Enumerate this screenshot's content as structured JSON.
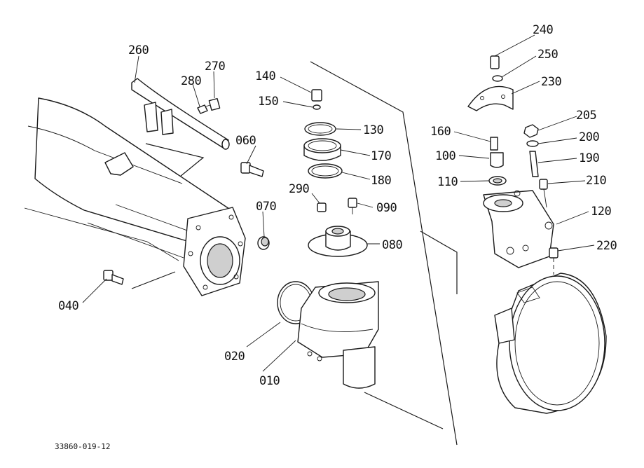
{
  "drawing_number": "33860-019-12",
  "callouts": {
    "c010": "010",
    "c020": "020",
    "c040": "040",
    "c060": "060",
    "c070": "070",
    "c080": "080",
    "c090": "090",
    "c100": "100",
    "c110": "110",
    "c120": "120",
    "c130": "130",
    "c140": "140",
    "c150": "150",
    "c160": "160",
    "c170": "170",
    "c180": "180",
    "c190": "190",
    "c200": "200",
    "c205": "205",
    "c210": "210",
    "c220": "220",
    "c230": "230",
    "c240": "240",
    "c250": "250",
    "c260": "260",
    "c270": "270",
    "c280": "280",
    "c290": "290"
  }
}
